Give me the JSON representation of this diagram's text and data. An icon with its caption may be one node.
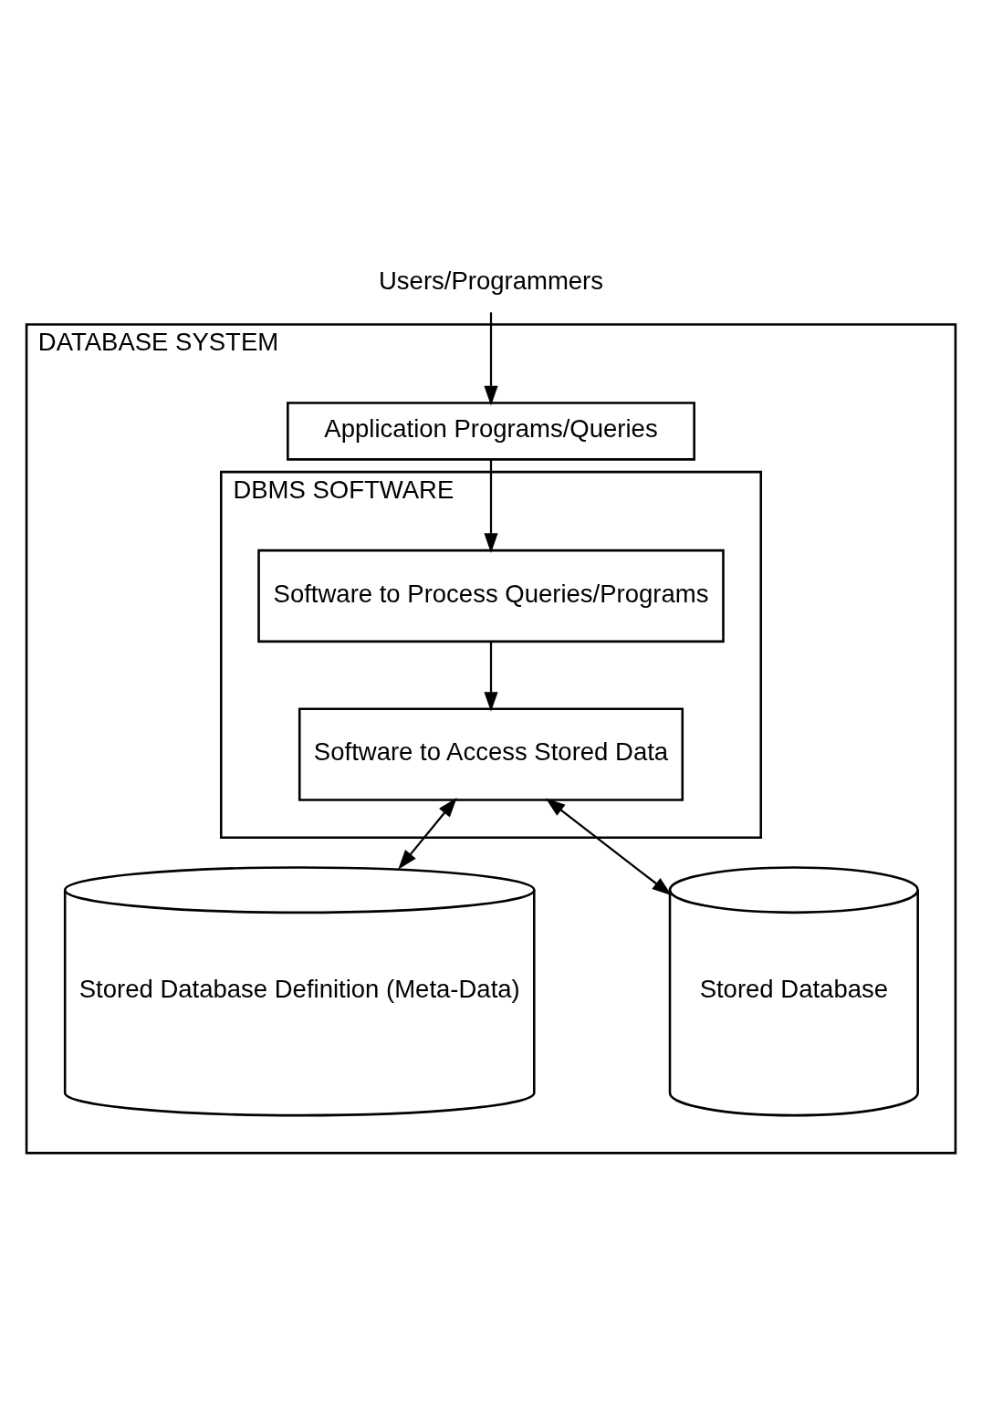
{
  "diagram": {
    "nodes": [
      {
        "text": [
          "Users/Programmers"
        ]
      },
      {
        "text": [
          "DATABASE SYSTEM"
        ]
      },
      {
        "text": [
          "Application Programs/Queries"
        ],
        "in": 1
      },
      {
        "text": [
          "DBMS SOFTWARE"
        ],
        "in": 1
      },
      {
        "text": [
          "Software to Process Queries/Programs"
        ],
        "in": 3
      },
      {
        "text": [
          "Software to Access Stored Data"
        ],
        "in": 3
      },
      {
        "text": [
          "Stored Database Definition (Meta-Data)"
        ],
        "in": 1
      },
      {
        "text": [
          "Stored Database"
        ],
        "in": 1
      }
    ],
    "edges": [
      {
        "from": 0,
        "to": 2,
        "arrow": "to"
      },
      {
        "from": 2,
        "to": 4,
        "arrow": "to"
      },
      {
        "from": 4,
        "to": 5,
        "arrow": "to"
      },
      {
        "from": 5,
        "to": 6,
        "arrow": "both"
      },
      {
        "from": 5,
        "to": 7,
        "arrow": "both"
      }
    ]
  }
}
